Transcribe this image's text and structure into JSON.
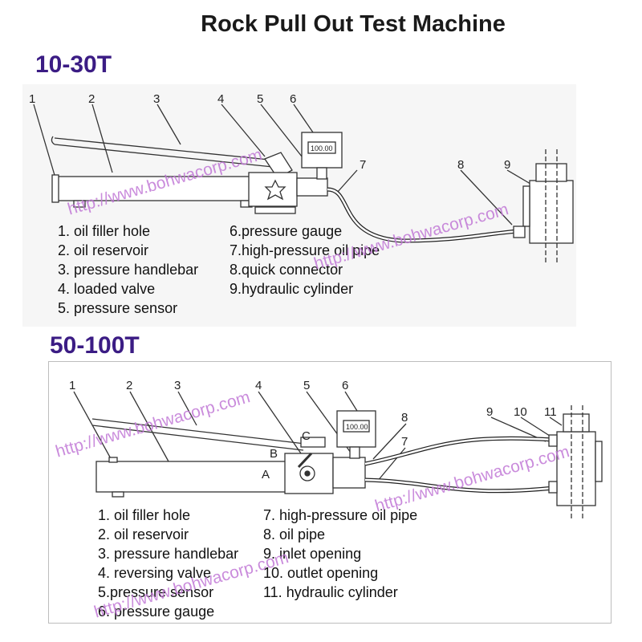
{
  "title": "Rock Pull Out Test Machine",
  "section_top": {
    "model": "10-30T",
    "numbers": [
      "1",
      "2",
      "3",
      "4",
      "5",
      "6",
      "7",
      "8",
      "9"
    ],
    "gauge_reading": "100.00",
    "legend_left": [
      "1. oil filler hole",
      "2. oil reservoir",
      "3. pressure handlebar",
      "4. loaded valve",
      "5. pressure sensor"
    ],
    "legend_right": [
      "6.pressure gauge",
      "7.high-pressure oil pipe",
      "8.quick connector",
      "9.hydraulic cylinder"
    ]
  },
  "section_bottom": {
    "model": "50-100T",
    "numbers": [
      "1",
      "2",
      "3",
      "4",
      "5",
      "6",
      "7",
      "8",
      "9",
      "10",
      "11"
    ],
    "valve_letters": [
      "A",
      "B",
      "C"
    ],
    "gauge_reading": "100.00",
    "legend_left": [
      "1. oil filler hole",
      "2. oil reservoir",
      "3. pressure handlebar",
      "4. reversing valve",
      "5.pressure sensor",
      "6. pressure gauge"
    ],
    "legend_right": [
      "7. high-pressure oil pipe",
      "8. oil pipe",
      "9. inlet opening",
      "10. outlet opening",
      "11. hydraulic cylinder"
    ]
  },
  "watermark": "http://www.bohwacorp.com",
  "colors": {
    "model_label": "#3b1c84",
    "watermark": "#c178d6",
    "panel": "#f6f6f6"
  }
}
